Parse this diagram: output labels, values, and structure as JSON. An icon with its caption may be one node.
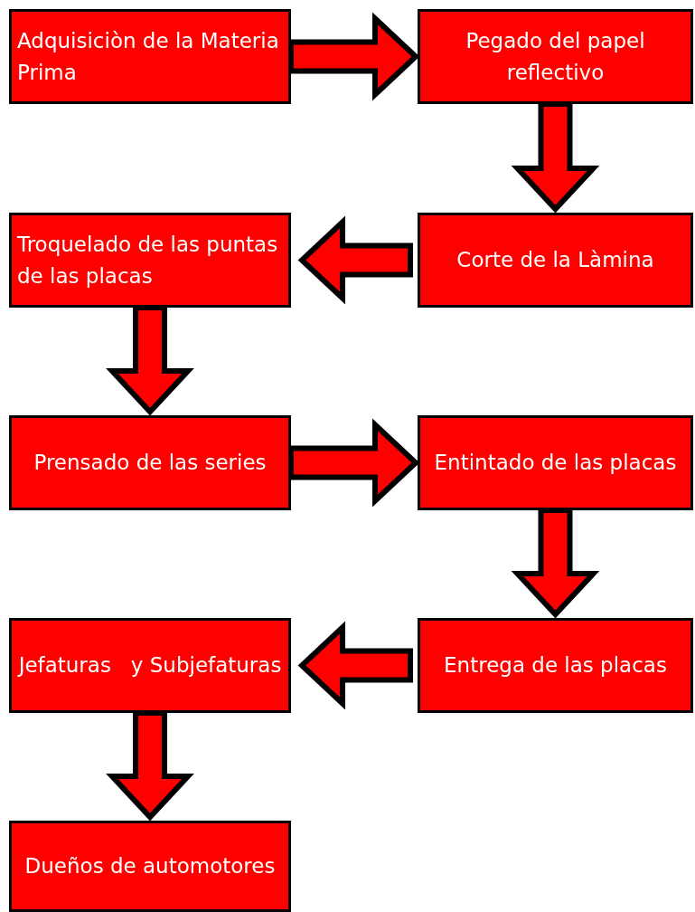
{
  "diagram": {
    "nodes": [
      {
        "text": [
          "Adquisiciòn de la Materia Prima"
        ]
      },
      {
        "text": [
          "Pegado del papel reflectivo"
        ]
      },
      {
        "text": [
          "Corte de la Làmina"
        ]
      },
      {
        "text": [
          "Troquelado de las puntas de las placas"
        ]
      },
      {
        "text": [
          "Prensado de las series"
        ]
      },
      {
        "text": [
          "Entintado de las placas"
        ]
      },
      {
        "text": [
          "Entrega de las placas"
        ]
      },
      {
        "text": [
          "Jefaturas   y Subjefaturas"
        ]
      },
      {
        "text": [
          "Dueños de automotores"
        ]
      }
    ],
    "edges": [
      {
        "from": 0,
        "to": 1,
        "arrow": "to"
      },
      {
        "from": 1,
        "to": 2,
        "arrow": "to"
      },
      {
        "from": 2,
        "to": 3,
        "arrow": "to"
      },
      {
        "from": 3,
        "to": 4,
        "arrow": "to"
      },
      {
        "from": 4,
        "to": 5,
        "arrow": "to"
      },
      {
        "from": 5,
        "to": 6,
        "arrow": "to"
      },
      {
        "from": 6,
        "to": 7,
        "arrow": "to"
      },
      {
        "from": 7,
        "to": 8,
        "arrow": "to"
      }
    ]
  }
}
